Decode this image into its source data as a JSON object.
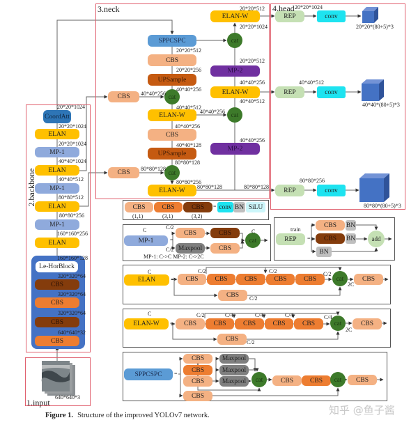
{
  "sections": {
    "input": "1.input",
    "backbone": "2.backbone",
    "neck": "3.neck",
    "head": "4.head"
  },
  "input": {
    "dims": "640*640*3"
  },
  "backbone": {
    "nodes": [
      "CoordAtt",
      "ELAN",
      "MP-1",
      "ELAN",
      "MP-1",
      "ELAN",
      "MP-1",
      "ELAN",
      "Le-HorBlock",
      "CBS",
      "CBS",
      "CBS",
      "CBS"
    ],
    "dims": [
      "20*20*1024",
      "20*20*1024",
      "20*20*1024",
      "40*40*1024",
      "40*40*512",
      "80*80*512",
      "80*80*256",
      "160*160*256",
      "160*160*128",
      "320*320*64",
      "320*320*64",
      "320*320*64",
      "640*640*32"
    ]
  },
  "neck": {
    "nodes": [
      "SPPCSPC",
      "CBS",
      "UPSample",
      "ELAN-W",
      "CBS",
      "UPSample",
      "ELAN-W",
      "CBS",
      "CBS",
      "ELAN-W",
      "MP-2",
      "ELAN-W",
      "MP-2"
    ],
    "cat": "cat",
    "dims": [
      "20*20*512",
      "20*20*256",
      "40*40*256",
      "40*40*256",
      "40*40*512",
      "40*40*256",
      "40*40*128",
      "80*80*128",
      "80*80*128",
      "80*80*256",
      "20*20*512",
      "20*20*1024",
      "20*20*512",
      "40*40*256",
      "40*40*512",
      "40*40*256",
      "40*40*256",
      "80*80*128",
      "80*80*128"
    ]
  },
  "head": {
    "rep": "REP",
    "conv": "conv",
    "dims": [
      "20*20*1024",
      "40*40*512",
      "80*80*256"
    ],
    "outputs": [
      "20*20*(80+5)*3",
      "40*40*(80+5)*3",
      "80*80*(80+5)*3"
    ]
  },
  "legend": {
    "cbs": "CBS",
    "kernels": [
      "(1,1)",
      "(3,1)",
      "(3,2)"
    ],
    "eq": "=",
    "conv": "conv",
    "bn": "BN",
    "silu": "SiLU"
  },
  "mp": {
    "node": "MP-1",
    "c": "C",
    "half": "C/2",
    "cbs": "CBS",
    "maxpool": "Maxpool",
    "note": "MP-1:  C->C    MP-2: C->2C"
  },
  "rep": {
    "node": "REP",
    "train": "train",
    "cbs": "CBS",
    "bn": "BN",
    "add": "add"
  },
  "elan": {
    "node": "ELAN",
    "c": "C",
    "half": "C/2",
    "double": "2C",
    "cbs": "CBS"
  },
  "elanw": {
    "node": "ELAN-W",
    "c": "C",
    "half": "C/2",
    "quarter": "C/4",
    "double": "2C",
    "cbs": "CBS"
  },
  "spp": {
    "node": "SPPCSPC",
    "cbs": "CBS",
    "maxpool": "Maxpool"
  },
  "caption": {
    "label": "Figure 1.",
    "text": "Structure of the improved YOLOv7 network."
  },
  "watermark": "知乎 @鱼子酱",
  "colors": {
    "frame": "#e0606e",
    "cbs_1_1": "#f4b183",
    "cbs_3_1": "#ed7d31",
    "cbs_3_2": "#843c0c",
    "elan": "#ffc000",
    "mp1": "#8faadc",
    "mp2": "#7030a0",
    "sppcspc": "#5b9bd5",
    "upsample": "#c55a11",
    "cat": "#3d7a2a",
    "rep": "#c5e0b4",
    "conv": "#1ee3f0",
    "cube": "#4472c4"
  }
}
